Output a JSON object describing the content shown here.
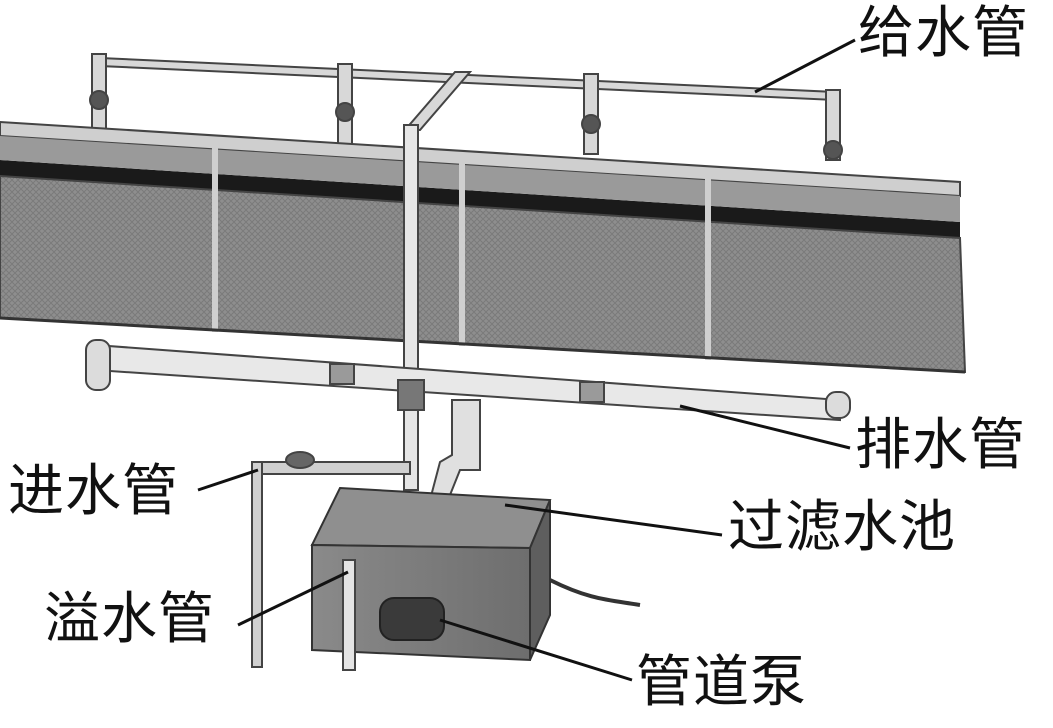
{
  "labels": {
    "supply_pipe": "给水管",
    "drain_pipe": "排水管",
    "inlet_pipe": "进水管",
    "filter_tank": "过滤水池",
    "overflow_pipe": "溢水管",
    "pipeline_pump": "管道泵"
  },
  "colors": {
    "pad": "#8c8c8c",
    "pad_dark": "#6f6f6f",
    "pipe": "#d6d6d6",
    "tank": "#7b7b7b",
    "ink": "#111111"
  }
}
